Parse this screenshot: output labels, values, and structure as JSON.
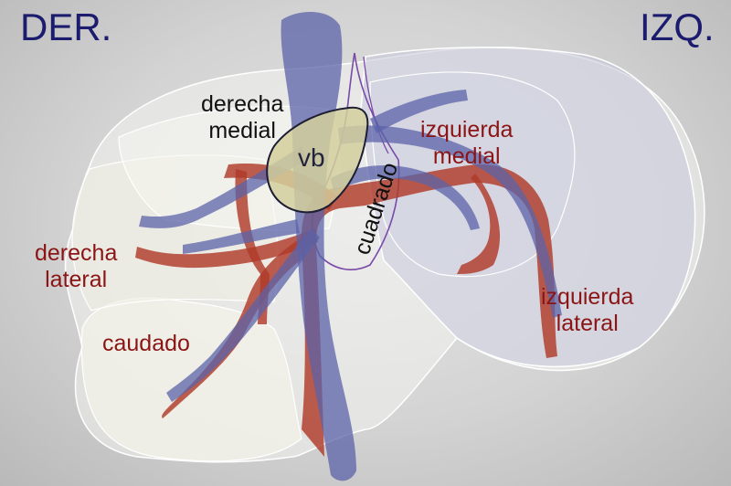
{
  "corners": {
    "right_side": "DER.",
    "left_side": "IZQ."
  },
  "labels": {
    "derecha_medial": [
      "derecha",
      "medial"
    ],
    "vb": "vb",
    "cuadrado": "cuadrado",
    "izquierda_medial": [
      "izquierda",
      "medial"
    ],
    "derecha_lateral": [
      "derecha",
      "lateral"
    ],
    "caudado": "caudado",
    "izquierda_lateral": [
      "izquierda",
      "lateral"
    ]
  },
  "colors": {
    "label_dark_blue": "#1c1c6e",
    "label_red": "#8b1515",
    "vein_blue": "#5b63a8",
    "artery_red": "#b03a2a",
    "gallbladder": "#d6d0a0",
    "lobe_outline": "#6a4a9a"
  }
}
